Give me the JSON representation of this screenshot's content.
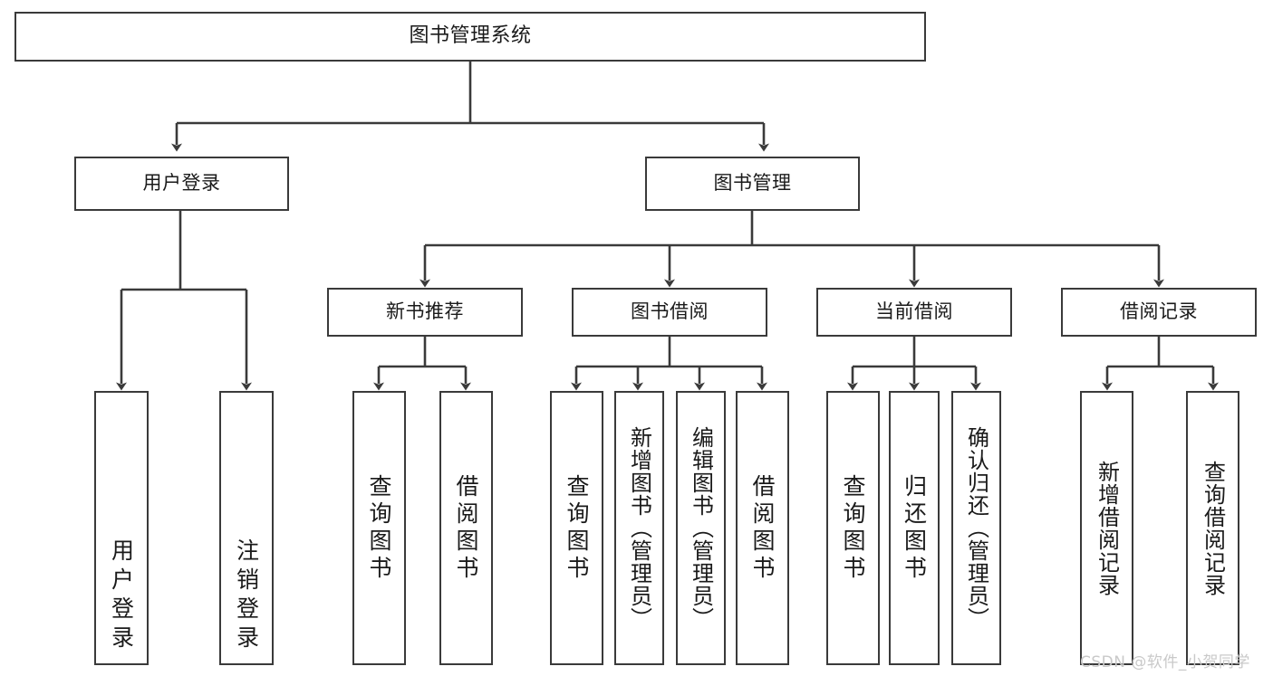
{
  "diagram": {
    "type": "tree",
    "title": "图书管理系统",
    "style": {
      "box_border": "#3a3a3a",
      "box_fill": "#ffffff",
      "line": "#3a3a3a",
      "text": "#1a1a1a",
      "background": "#ffffff",
      "watermark_color": "#c9c9c9"
    },
    "nodes": {
      "root": {
        "label": "图书管理系统"
      },
      "level1": [
        {
          "id": "user-login",
          "label": "用户登录"
        },
        {
          "id": "book-manage",
          "label": "图书管理"
        }
      ],
      "level2": [
        {
          "id": "new-book-recommend",
          "label": "新书推荐",
          "parent": "book-manage"
        },
        {
          "id": "book-borrow",
          "label": "图书借阅",
          "parent": "book-manage"
        },
        {
          "id": "current-borrow",
          "label": "当前借阅",
          "parent": "book-manage"
        },
        {
          "id": "borrow-record",
          "label": "借阅记录",
          "parent": "book-manage"
        }
      ],
      "leaves": [
        {
          "id": "leaf-user-login",
          "label": "用户登录",
          "parent": "user-login"
        },
        {
          "id": "leaf-logout-login",
          "label": "注销登录",
          "parent": "user-login"
        },
        {
          "id": "leaf-query-book-1",
          "label": "查询图书",
          "parent": "new-book-recommend"
        },
        {
          "id": "leaf-borrow-book-1",
          "label": "借阅图书",
          "parent": "new-book-recommend"
        },
        {
          "id": "leaf-query-book-2",
          "label": "查询图书",
          "parent": "book-borrow"
        },
        {
          "id": "leaf-add-book",
          "label": "新增图书（管理员）",
          "parent": "book-borrow"
        },
        {
          "id": "leaf-edit-book",
          "label": "编辑图书（管理员）",
          "parent": "book-borrow"
        },
        {
          "id": "leaf-borrow-book-2",
          "label": "借阅图书",
          "parent": "book-borrow"
        },
        {
          "id": "leaf-query-book-3",
          "label": "查询图书",
          "parent": "current-borrow"
        },
        {
          "id": "leaf-return-book",
          "label": "归还图书",
          "parent": "current-borrow"
        },
        {
          "id": "leaf-confirm-return",
          "label": "确认归还（管理员）",
          "parent": "current-borrow"
        },
        {
          "id": "leaf-add-record",
          "label": "新增借阅记录",
          "parent": "borrow-record"
        },
        {
          "id": "leaf-query-record",
          "label": "查询借阅记录",
          "parent": "borrow-record"
        }
      ]
    }
  },
  "watermark": {
    "text": "CSDN @软件_小贺同学"
  }
}
